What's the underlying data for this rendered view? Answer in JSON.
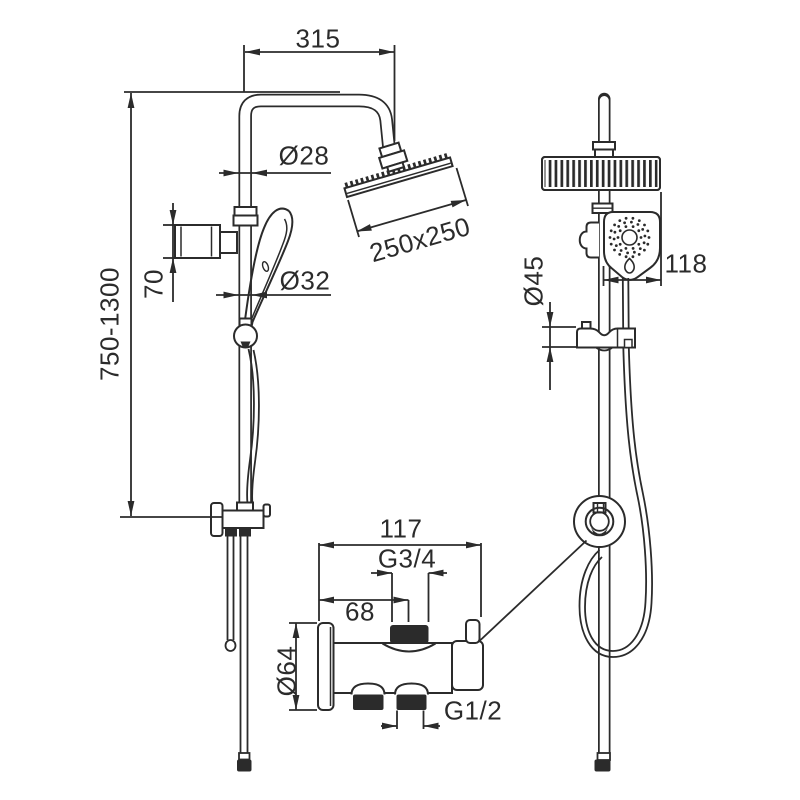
{
  "colors": {
    "line": "#2b2b2b",
    "background": "#ffffff"
  },
  "views": {
    "front": {
      "labels": {
        "arm_width": "315",
        "pipe_top_diameter": "Ø28",
        "head_size": "250x250",
        "height_range": "750-1300",
        "diverter_height": "70",
        "pipe_diameter": "Ø32"
      }
    },
    "side": {
      "labels": {
        "handset_width": "118",
        "slider_diameter": "Ø45"
      }
    },
    "mixer": {
      "labels": {
        "body_width": "117",
        "top_thread": "G3/4",
        "inlet_offset": "68",
        "flange_diameter": "Ø64",
        "bottom_thread": "G1/2"
      }
    }
  }
}
